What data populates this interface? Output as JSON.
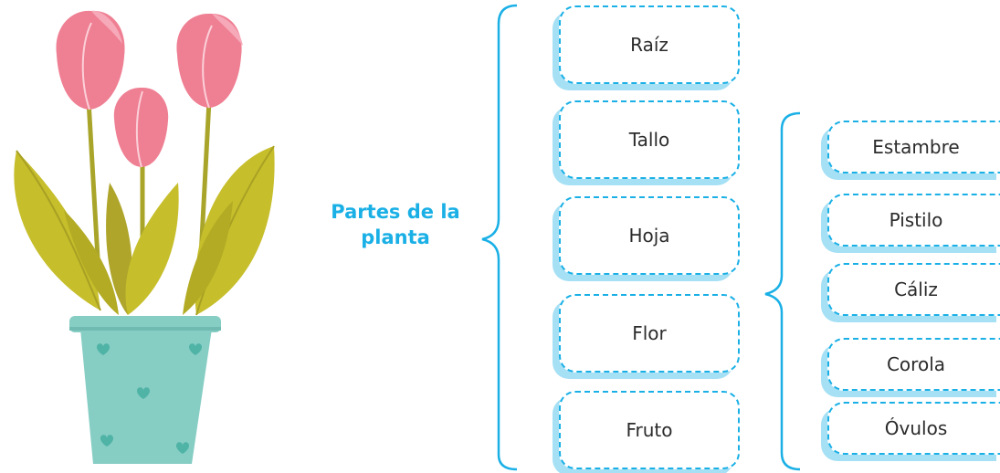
{
  "diagram": {
    "title": [
      "Partes de la",
      "planta"
    ],
    "main_parts": [
      "Raíz",
      "Tallo",
      "Hoja",
      "Flor",
      "Fruto"
    ],
    "flower_parts": [
      "Estambre",
      "Pistilo",
      "Cáliz",
      "Corola",
      "Óvulos"
    ]
  },
  "colors": {
    "accent": "#1ab0e6",
    "box_shadow": "#a6e0f5",
    "petal": "#ef7f93",
    "leaf": "#c6be2b",
    "pot": "#86cdc4"
  }
}
